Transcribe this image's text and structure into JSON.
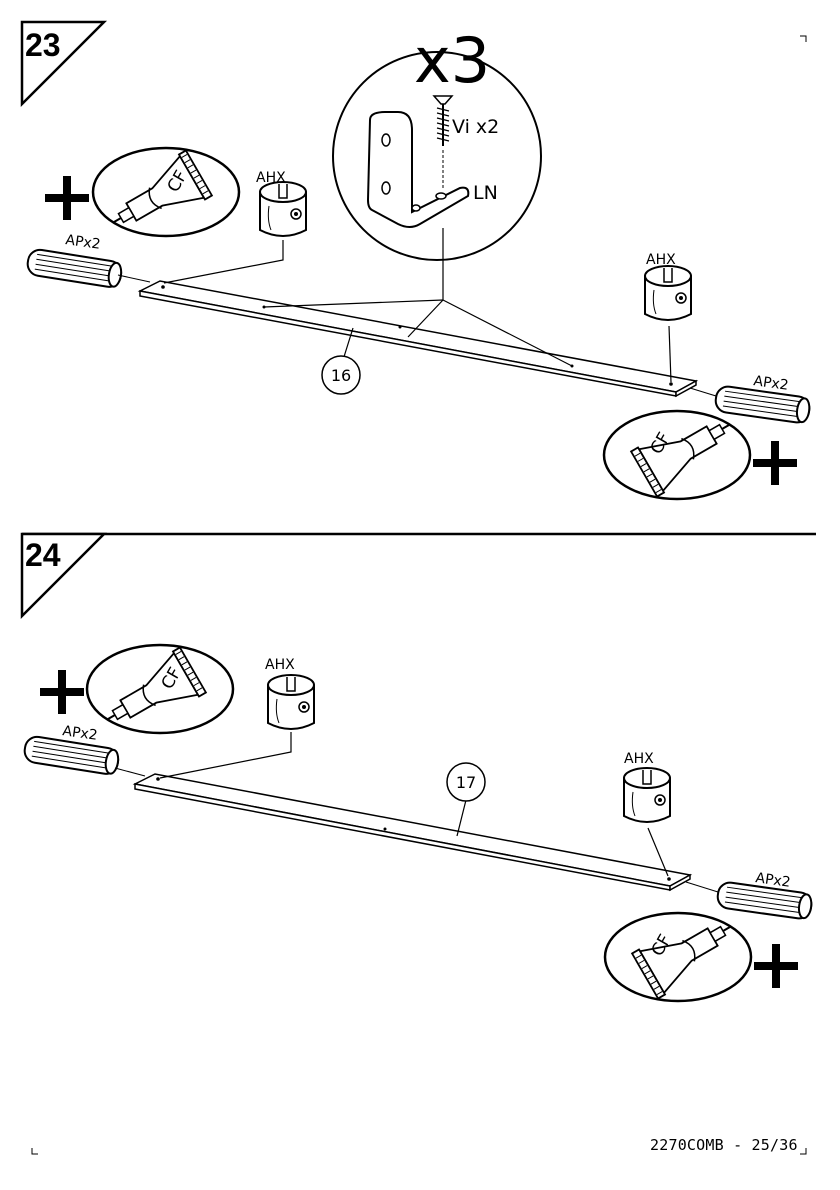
{
  "steps": [
    {
      "number": "23",
      "part_number": "16",
      "multiplier": "x3",
      "screw_label": "Vi x2",
      "bracket_label": "LN",
      "cam_left_label": "AHX",
      "cam_right_label": "AHX",
      "dowel_left_label": "APx2",
      "dowel_right_label": "APx2",
      "glue_left_label": "CF",
      "glue_right_label": "CF",
      "plus_left": "+",
      "plus_right": "+"
    },
    {
      "number": "24",
      "part_number": "17",
      "cam_left_label": "AHX",
      "cam_right_label": "AHX",
      "dowel_left_label": "APx2",
      "dowel_right_label": "APx2",
      "glue_left_label": "CF",
      "glue_right_label": "CF",
      "plus_left": "+",
      "plus_right": "+"
    }
  ],
  "footer": {
    "page_code": "2270COMB - 25/36"
  }
}
